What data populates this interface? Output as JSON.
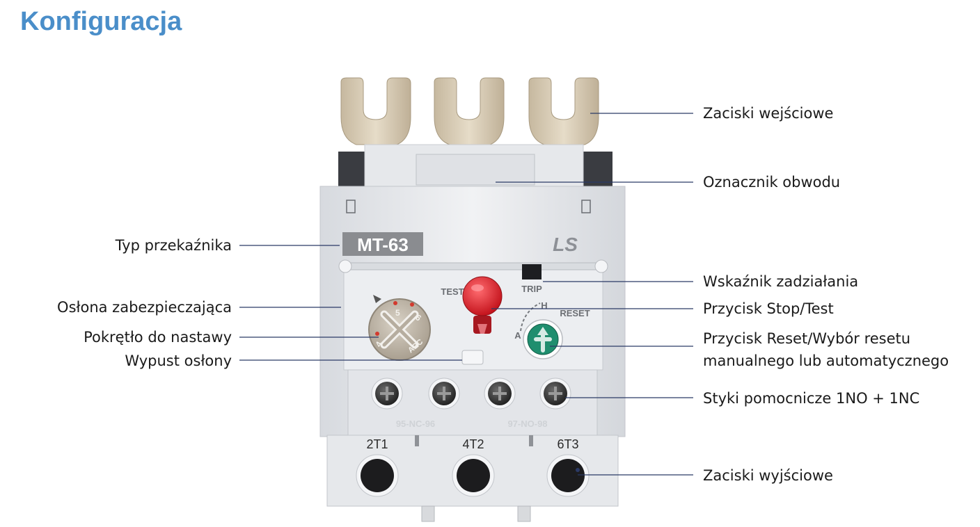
{
  "title": "Konfiguracja",
  "device": {
    "model_label": "MT-63",
    "brand_logo": "LS",
    "test_label": "TEST",
    "trip_label": "TRIP",
    "reset_label": "RESET",
    "h_mark": "H",
    "a_mark": "A",
    "dial_marks": [
      "4",
      "5",
      "6"
    ],
    "dial_code": "ARC",
    "aux_left_label": "95-NC-96",
    "aux_right_label": "97-NO-98",
    "terminal_labels": [
      "2T1",
      "4T2",
      "6T3"
    ]
  },
  "labels": {
    "input_terminals": "Zaciski wejściowe",
    "circuit_marker": "Oznacznik obwodu",
    "relay_type": "Typ przekaźnika",
    "trip_indicator": "Wskaźnik zadziałania",
    "protective_cover": "Osłona zabezpieczająca",
    "stop_test_button": "Przycisk Stop/Test",
    "setting_dial": "Pokrętło do nastawy",
    "reset_button_line1": "Przycisk Reset/Wybór resetu",
    "reset_button_line2": "manualnego lub automatycznego",
    "cover_tab": "Wypust osłony",
    "aux_contacts": "Styki pomocnicze 1NO + 1NC",
    "output_terminals": "Zaciski wyjściowe"
  },
  "colors": {
    "title": "#4a8ec9",
    "leader": "#2b3a66",
    "housing": "#e9ebee",
    "test_button": "#e8303a",
    "reset_button": "#1f8e6e",
    "terminal_metal": "#d9cdb8"
  }
}
